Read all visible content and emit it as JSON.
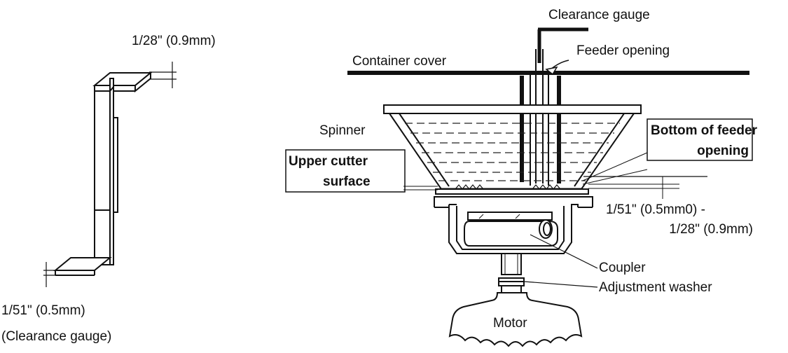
{
  "gauge": {
    "top_dim": "1/28\" (0.9mm)",
    "bottom_dim": "1/51\" (0.5mm)",
    "caption": "(Clearance gauge)"
  },
  "assembly": {
    "clearance_gauge": "Clearance gauge",
    "feeder_opening": "Feeder opening",
    "container_cover": "Container cover",
    "spinner": "Spinner",
    "bottom_feeder_line1": "Bottom of feeder",
    "bottom_feeder_line2": "opening",
    "upper_cutter_line1": "Upper cutter",
    "upper_cutter_line2": "surface",
    "gap_range_line1": "1/51\" (0.5mm0) -",
    "gap_range_line2": "1/28\" (0.9mm)",
    "coupler": "Coupler",
    "adjustment_washer": "Adjustment washer",
    "motor": "Motor"
  }
}
